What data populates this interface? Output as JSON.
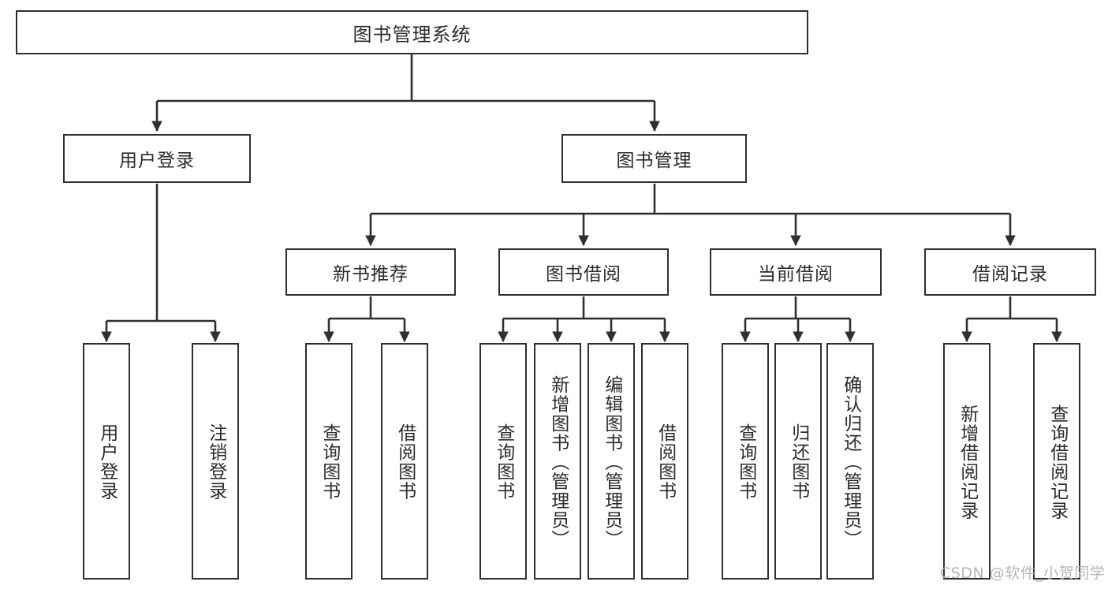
{
  "diagram": {
    "type": "tree-hierarchy-chart",
    "title": "图书管理系统",
    "stroke_color": "#2f2f2f",
    "fill_color": "#ffffff",
    "root": {
      "label": "图书管理系统"
    },
    "level2": [
      {
        "label": "用户登录"
      },
      {
        "label": "图书管理"
      }
    ],
    "level3": [
      {
        "label": "新书推荐"
      },
      {
        "label": "图书借阅"
      },
      {
        "label": "当前借阅"
      },
      {
        "label": "借阅记录"
      }
    ],
    "leaves": {
      "user_login": [
        {
          "label": "用户登录"
        },
        {
          "label": "注销登录"
        }
      ],
      "new_book": [
        {
          "label": "查询图书"
        },
        {
          "label": "借阅图书"
        }
      ],
      "book_borrow": [
        {
          "label": "查询图书"
        },
        {
          "label": "新增图书（管理员）"
        },
        {
          "label": "编辑图书（管理员）"
        },
        {
          "label": "借阅图书"
        }
      ],
      "current_borrow": [
        {
          "label": "查询图书"
        },
        {
          "label": "归还图书"
        },
        {
          "label": "确认归还（管理员）"
        }
      ],
      "borrow_record": [
        {
          "label": "新增借阅记录"
        },
        {
          "label": "查询借阅记录"
        }
      ]
    }
  },
  "watermark": {
    "text": "CSDN @软件_小贺同学"
  }
}
